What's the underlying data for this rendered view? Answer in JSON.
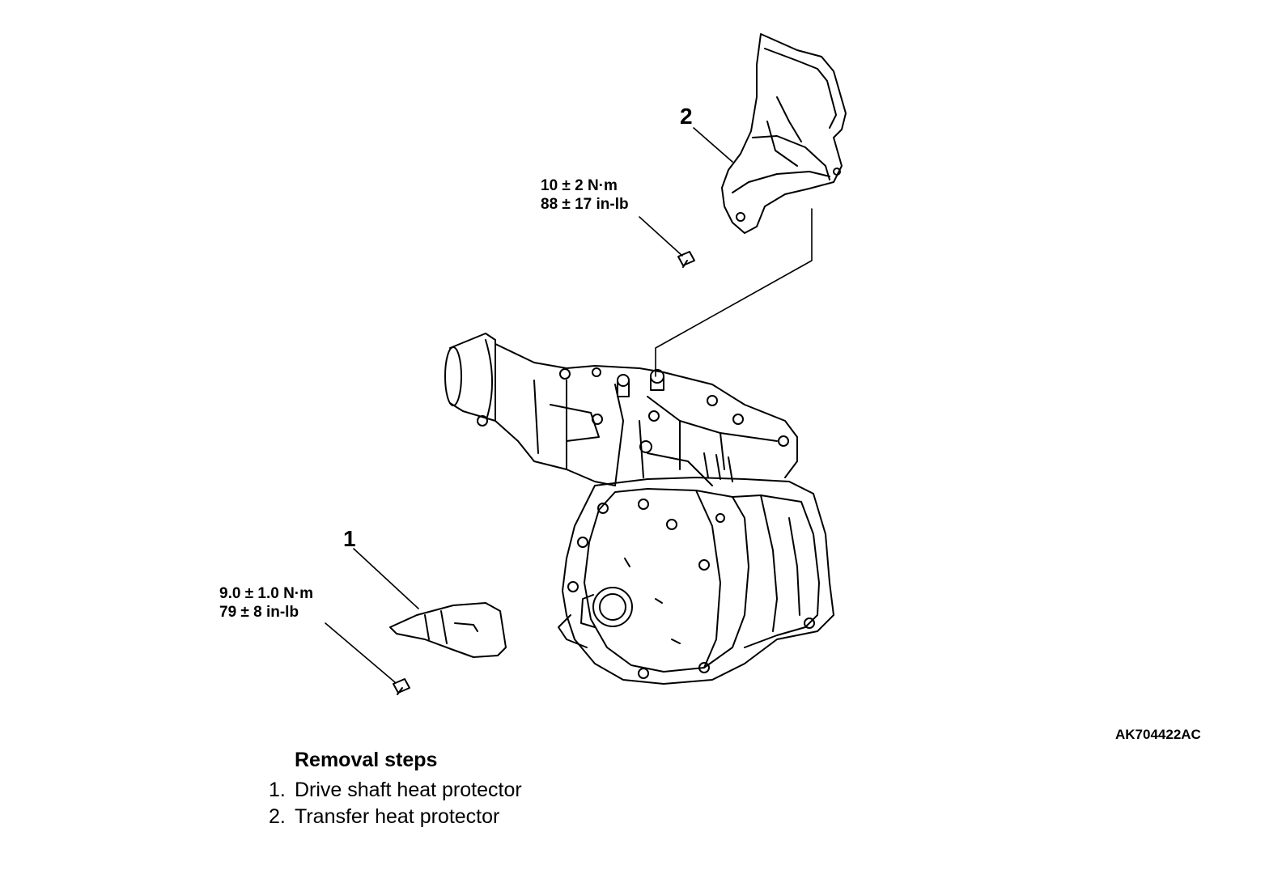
{
  "callouts": {
    "one": "1",
    "two": "2"
  },
  "torque_item1": {
    "metric": "9.0 ± 1.0 N·m",
    "imperial": "79 ± 8 in-lb"
  },
  "torque_item2": {
    "metric": "10 ± 2 N·m",
    "imperial": "88 ± 17 in-lb"
  },
  "figure_id": "AK704422AC",
  "removal": {
    "title": "Removal steps",
    "steps": [
      {
        "num": "1.",
        "text": "Drive shaft heat protector"
      },
      {
        "num": "2.",
        "text": "Transfer heat protector"
      }
    ]
  }
}
